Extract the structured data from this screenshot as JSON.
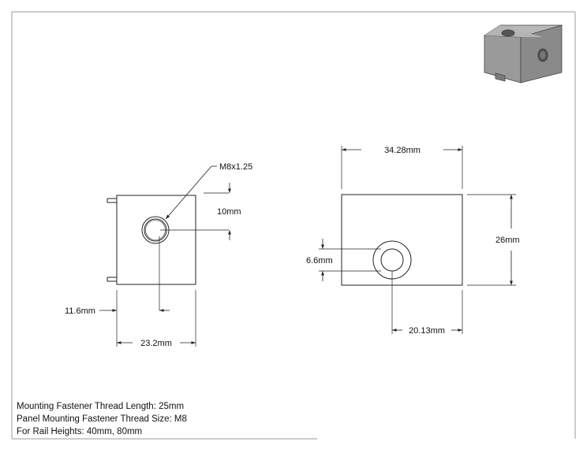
{
  "front_view": {
    "thread_callout": "M8x1.25",
    "height_to_hole": "10mm",
    "hole_offset": "11.6mm",
    "width": "23.2mm"
  },
  "side_view": {
    "width": "34.28mm",
    "height": "26mm",
    "hole_diameter": "6.6mm",
    "hole_offset": "20.13mm"
  },
  "notes": [
    "Mounting Fastener Thread Length: 25mm",
    "Panel Mounting Fastener Thread Size: M8",
    "For Rail Heights: 40mm, 80mm"
  ],
  "colors": {
    "line": "#222222",
    "border": "#9a9a9a",
    "part_face": "#a0a0a0",
    "part_side": "#8a8a8a",
    "part_top": "#b8b8b8"
  }
}
